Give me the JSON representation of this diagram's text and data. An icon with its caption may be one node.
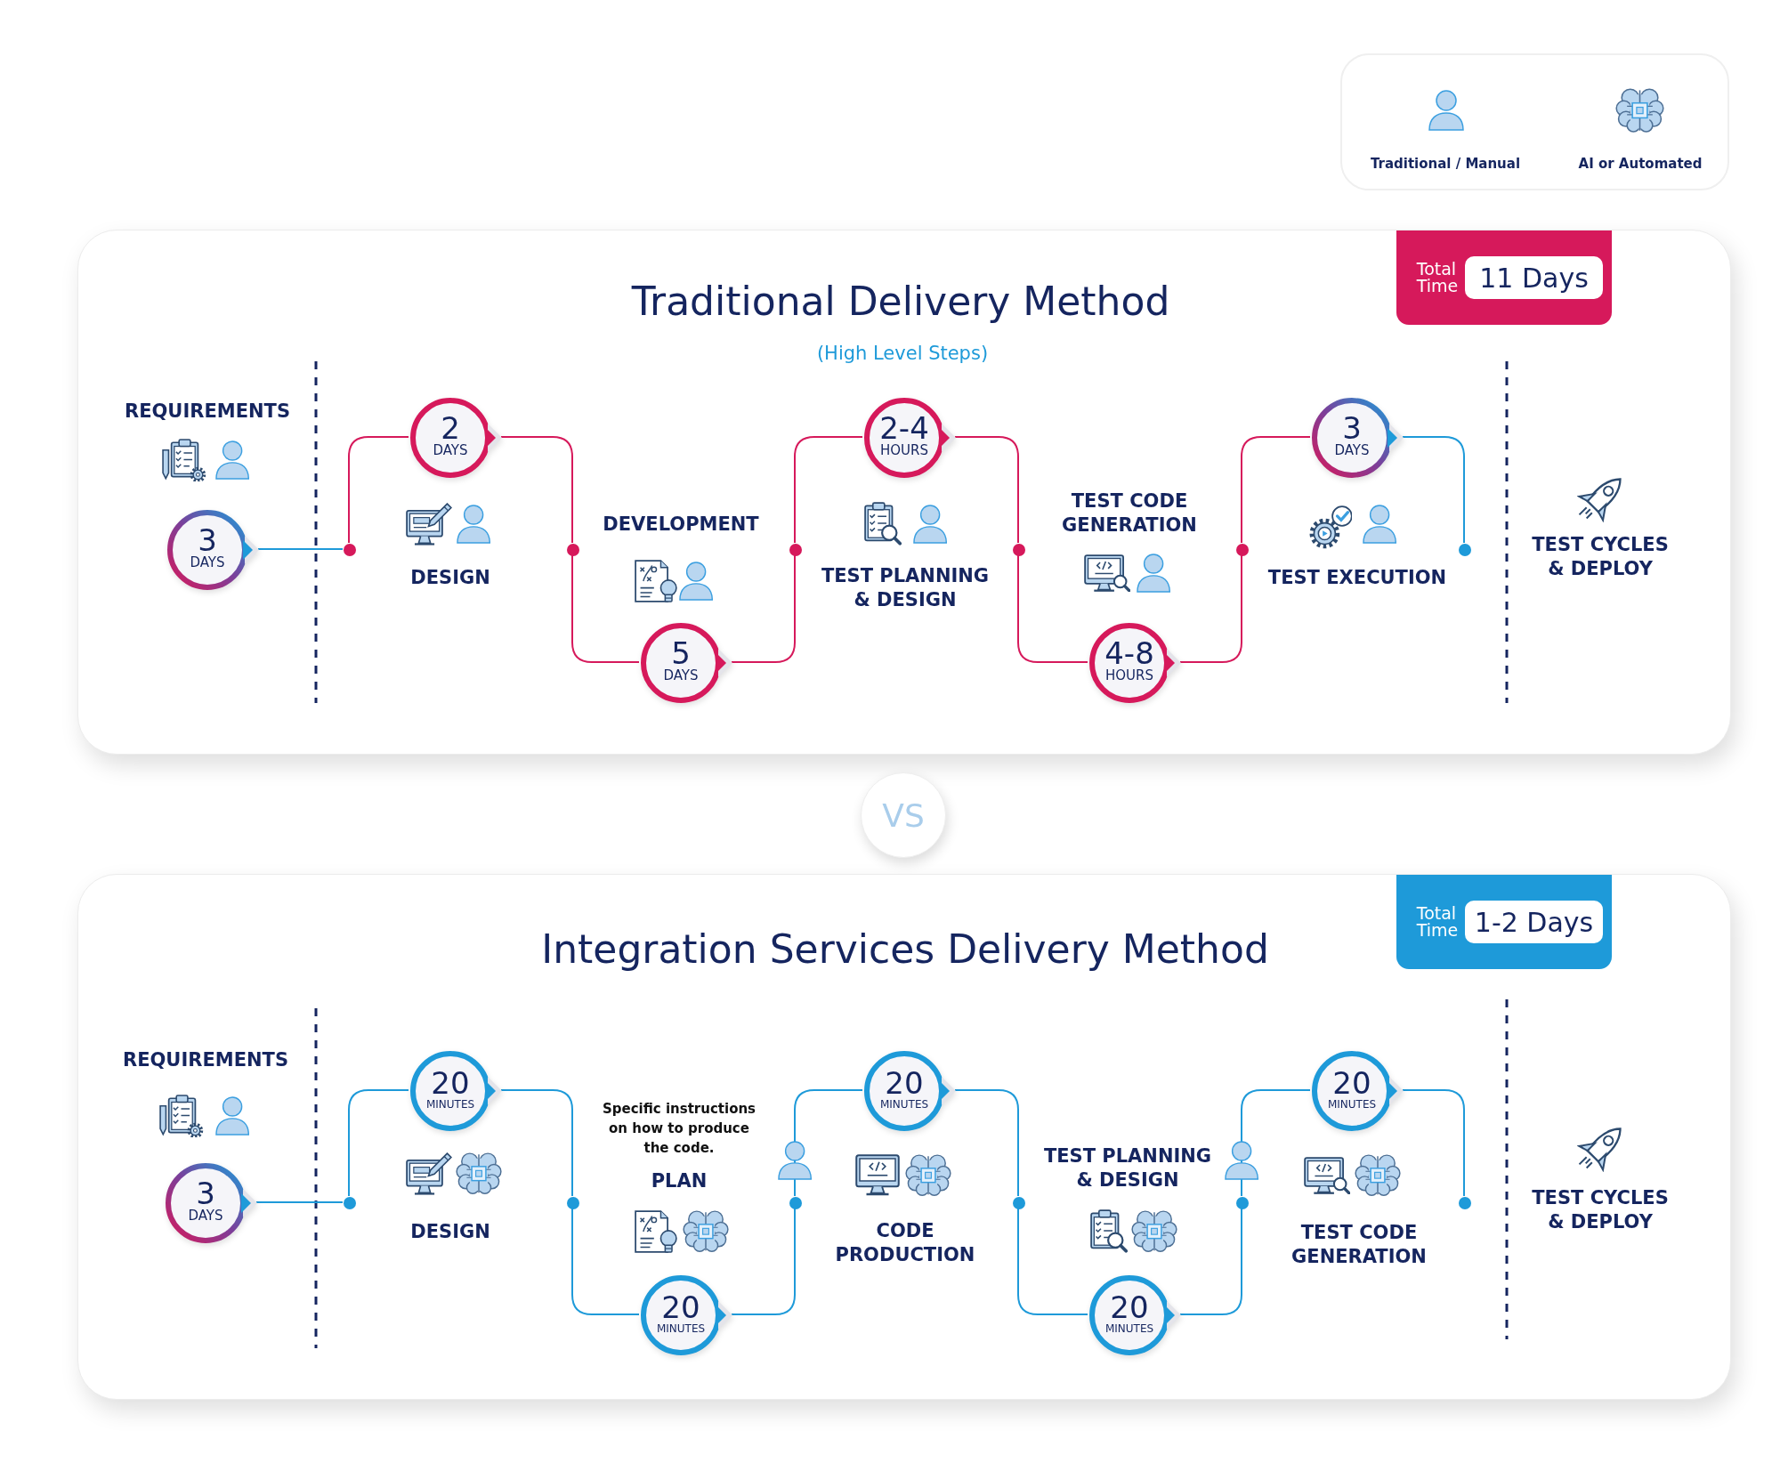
{
  "diagram": {
    "nodes": [
      {
        "text": [
          "Traditional Delivery Method",
          "(High Level Steps)"
        ]
      },
      {
        "text": [
          "Total Time"
        ],
        "in": 0
      },
      {
        "text": [
          "11 Days"
        ],
        "in": 1
      },
      {
        "text": [
          "3",
          "DAYS"
        ],
        "in": 0
      },
      {
        "text": [],
        "shape": "circle",
        "in": 0
      },
      {
        "text": [
          "2",
          "DAYS"
        ],
        "in": 0
      },
      {
        "text": [],
        "shape": "circle",
        "in": 0
      },
      {
        "text": [
          "5",
          "DAYS"
        ],
        "in": 0
      },
      {
        "text": [],
        "shape": "circle",
        "in": 0
      },
      {
        "text": [
          "2-4",
          "HOURS"
        ],
        "in": 0
      },
      {
        "text": [],
        "shape": "circle",
        "in": 0
      },
      {
        "text": [
          "4-8",
          "HOURS"
        ],
        "in": 0
      },
      {
        "text": [],
        "shape": "circle",
        "in": 0
      },
      {
        "text": [
          "3",
          "DAYS"
        ],
        "in": 0
      },
      {
        "text": [],
        "shape": "circle",
        "in": 0
      },
      {
        "text": [
          "VS"
        ]
      },
      {
        "text": [
          "Integration Services Delivery Method"
        ]
      },
      {
        "text": [
          "Total Time"
        ],
        "in": 16
      },
      {
        "text": [
          "1-2 Days"
        ],
        "in": 17
      },
      {
        "text": [
          "3",
          "DAYS"
        ],
        "in": 16
      },
      {
        "text": [],
        "shape": "circle",
        "in": 16
      },
      {
        "text": [
          "20",
          "MINUTES"
        ],
        "in": 16
      },
      {
        "text": [],
        "shape": "circle",
        "in": 16
      },
      {
        "text": [
          "20",
          "MINUTES"
        ],
        "in": 16
      },
      {
        "text": [],
        "shape": "circle",
        "in": 16
      },
      {
        "text": [
          "20",
          "MINUTES"
        ],
        "in": 16
      },
      {
        "text": [],
        "shape": "circle",
        "in": 16
      },
      {
        "text": [
          "20",
          "MINUTES"
        ],
        "in": 16
      },
      {
        "text": [],
        "shape": "circle",
        "in": 16
      },
      {
        "text": [
          "20",
          "MINUTES"
        ],
        "in": 16
      },
      {
        "text": [],
        "shape": "circle",
        "in": 16
      }
    ],
    "edges": [
      {
        "from": 3,
        "to": 4,
        "arrow": "none"
      },
      {
        "from": 4,
        "to": 5,
        "arrow": "none",
        "color": "#d6195b"
      },
      {
        "from": 5,
        "to": 6,
        "arrow": "none",
        "color": "#d6195b"
      },
      {
        "from": 6,
        "to": 7,
        "arrow": "none",
        "color": "#d6195b"
      },
      {
        "from": 7,
        "to": 8,
        "arrow": "none",
        "color": "#d6195b"
      },
      {
        "from": 8,
        "to": 9,
        "arrow": "none",
        "color": "#d6195b"
      },
      {
        "from": 9,
        "to": 10,
        "arrow": "none",
        "color": "#d6195b"
      },
      {
        "from": 10,
        "to": 11,
        "arrow": "none",
        "color": "#d6195b"
      },
      {
        "from": 11,
        "to": 12,
        "arrow": "none",
        "color": "#d6195b"
      },
      {
        "from": 12,
        "to": 13,
        "arrow": "none",
        "color": "#d6195b"
      },
      {
        "from": 13,
        "to": 14,
        "arrow": "none"
      },
      {
        "from": 19,
        "to": 20,
        "arrow": "none"
      },
      {
        "from": 20,
        "to": 21,
        "arrow": "none"
      },
      {
        "from": 21,
        "to": 22,
        "arrow": "none"
      },
      {
        "from": 22,
        "to": 23,
        "arrow": "none"
      },
      {
        "from": 23,
        "to": 24,
        "arrow": "none"
      },
      {
        "from": 24,
        "to": 25,
        "arrow": "none"
      },
      {
        "from": 25,
        "to": 26,
        "arrow": "none"
      },
      {
        "from": 26,
        "to": 27,
        "arrow": "none"
      },
      {
        "from": 27,
        "to": 28,
        "arrow": "none"
      },
      {
        "from": 28,
        "to": 29,
        "arrow": "none"
      },
      {
        "from": 29,
        "to": 30,
        "arrow": "none"
      }
    ],
    "labels": [
      "REQUIREMENTS",
      "DESIGN",
      "DEVELOPMENT",
      "TEST PLANNING & DESIGN",
      "TEST CODE GENERATION",
      "TEST EXECUTION",
      "TEST CYCLES & DEPLOY",
      "REQUIREMENTS",
      "DESIGN",
      "Specific instructions on how to produce the code.",
      "PLAN",
      "CODE PRODUCTION",
      "TEST PLANNING & DESIGN",
      "TEST CODE GENERATION",
      "TEST CYCLES & DEPLOY"
    ],
    "legend": [
      {
        "text": "Traditional / Manual"
      },
      {
        "text": "AI or Automated"
      }
    ]
  }
}
